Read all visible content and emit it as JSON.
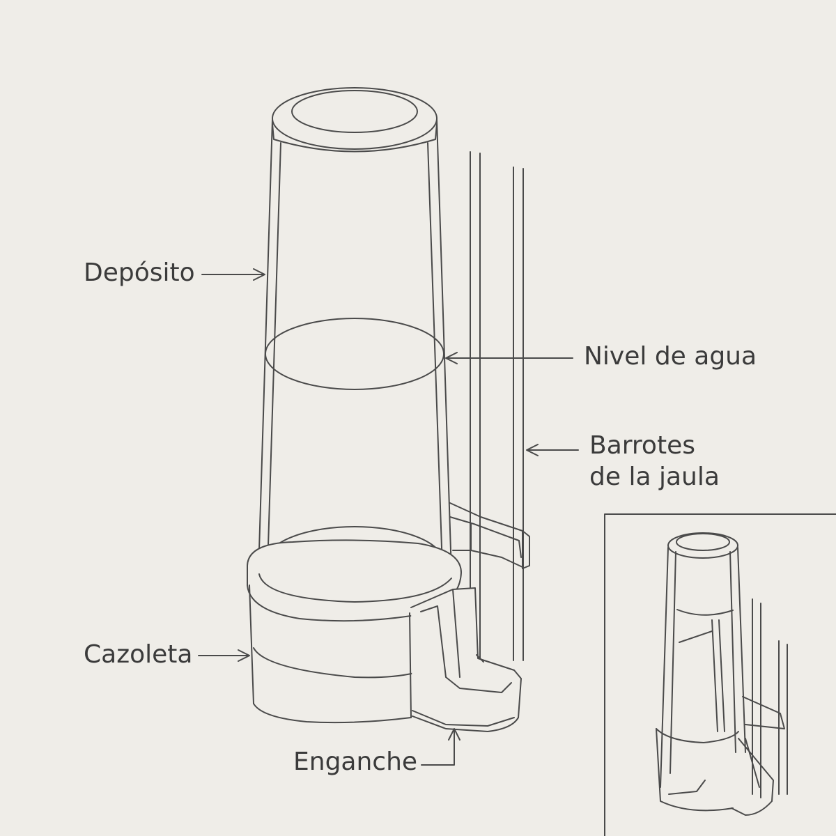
{
  "labels": {
    "deposito": "Depósito",
    "nivel_agua": "Nivel de agua",
    "barrotes_line1": "Barrotes",
    "barrotes_line2": "de la jaula",
    "cazoleta": "Cazoleta",
    "enganche": "Enganche"
  },
  "colors": {
    "background": "#efede8",
    "stroke": "#4a4a4a",
    "text": "#3b3b3b"
  }
}
